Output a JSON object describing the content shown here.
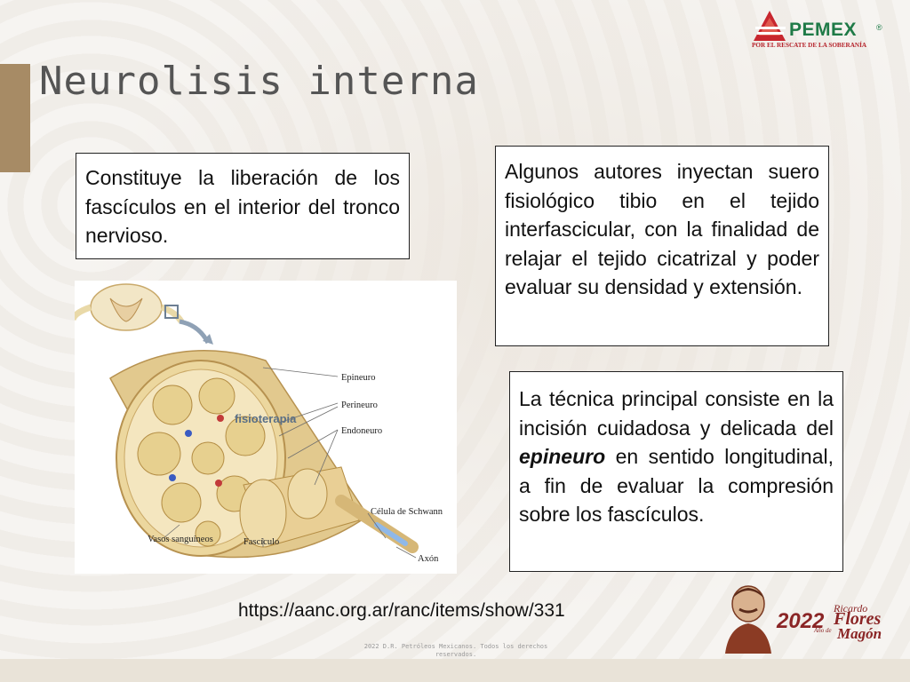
{
  "slide": {
    "title": "Neurolisis interna",
    "brand": {
      "name": "PEMEX",
      "registered_mark": "®",
      "tagline": "POR EL RESCATE DE LA SOBERANÍA",
      "color_green": "#1f7a47",
      "color_red": "#b5232b"
    },
    "box1": "Constituye la liberación de los fascículos en el interior del tronco nervioso.",
    "box2": "Algunos autores inyectan suero fisiológico tibio en el tejido interfascicular, con la finalidad de relajar el tejido cicatrizal y poder evaluar su densidad y extensión.",
    "box3": {
      "before": "La técnica principal consiste en la incisión cuidadosa y delicada del ",
      "emphasis": "epineuro",
      "after": " en sentido longitudinal, a fin de evaluar la compresión sobre los fascículos."
    },
    "diagram": {
      "labels": {
        "epineuro": "Epineuro",
        "perineuro": "Perineuro",
        "endoneuro": "Endoneuro",
        "schwann": "Célula de Schwann",
        "vasos": "Vasos sanguíneos",
        "fasciculo": "Fascículo",
        "axon": "Axón"
      },
      "watermark": "fisioterapia"
    },
    "source_url": "https://aanc.org.ar/ranc/items/show/331",
    "copyright": "2022 D.R. Petróleos Mexicanos. Todos los derechos reservados.",
    "emblem": {
      "year": "2022",
      "anio": "Año de",
      "name_first": "Ricardo",
      "name_mid": "Flores",
      "name_last": "Magón"
    },
    "accent_color": "#a78b65"
  }
}
